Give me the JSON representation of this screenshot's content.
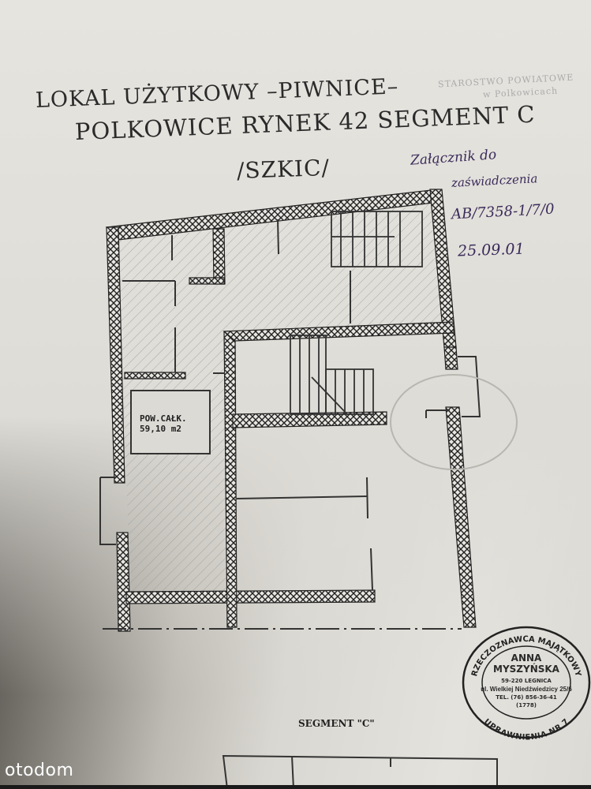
{
  "document": {
    "title_line1": "LOKAL UŻYTKOWY –PIWNICE–",
    "title_line2": "POLKOWICE RYNEK 42 SEGMENT C",
    "title_line3": "/SZKIC/",
    "area_label": "POW.CAŁK.",
    "area_value": "59,10 m2",
    "segment_label": "SEGMENT \"C\""
  },
  "background_stamp": {
    "line1": "STAROSTWO POWIATOWE",
    "line2": "w Polkowicach"
  },
  "handwriting": {
    "line1": "Załącznik do",
    "line2": "zaświadczenia",
    "line3": "AB/7358-1/7/0",
    "line4": "25.09.01"
  },
  "stamp": {
    "arc_top": "RZECZOZNAWCA MAJĄTKOWY",
    "name1": "ANNA",
    "name2": "MYSZYŃSKA",
    "address1": "59-220 LEGNICA",
    "address2": "ul. Wielkiej Niedźwiedzicy 25/6",
    "phone": "TEL. (76) 856-36-41",
    "number": "(1778)",
    "arc_bottom": "UPRAWNIENIA NR 7"
  },
  "watermark": {
    "logo": "otodom"
  }
}
